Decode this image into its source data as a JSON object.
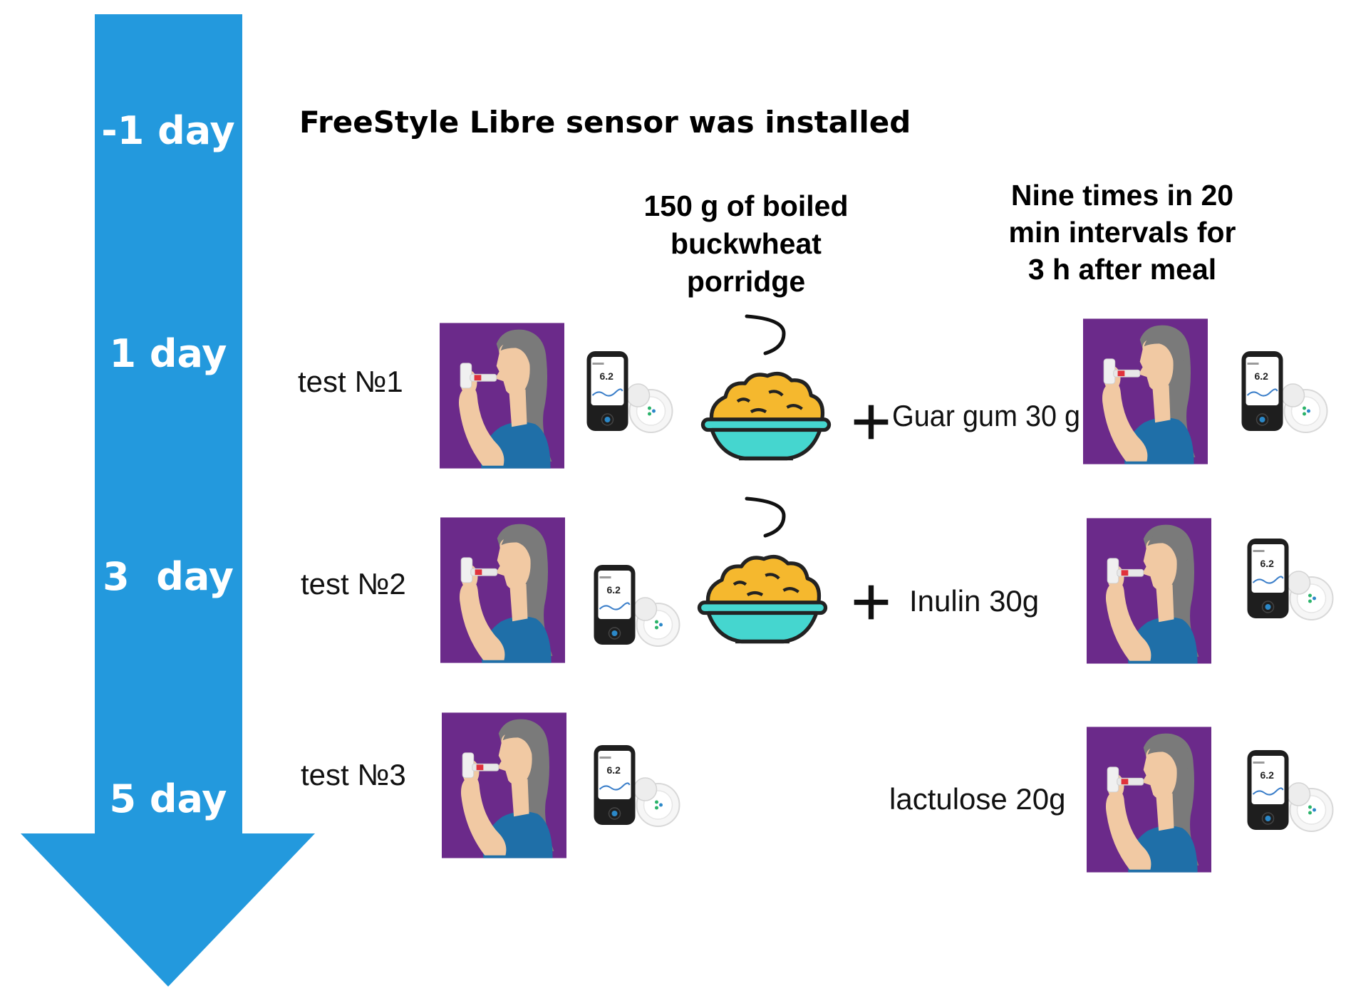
{
  "timeline": {
    "arrow_color": "#2399dd",
    "days": [
      "-1 day",
      "1 day",
      "3  day",
      "5 day"
    ]
  },
  "header": "FreeStyle Libre sensor was installed",
  "meal_note": [
    "150 g of boiled",
    "buckwheat",
    "porridge"
  ],
  "measure_note": [
    "Nine times in 20",
    "min intervals for",
    "3 h after meal"
  ],
  "tests": [
    {
      "label": "test №1",
      "supplement": "Guar gum 30 g",
      "has_meal": true
    },
    {
      "label": "test №2",
      "supplement": "Inulin 30g",
      "has_meal": true
    },
    {
      "label": "test №3",
      "supplement": "lactulose 20g",
      "has_meal": false
    }
  ],
  "icons": {
    "person": "woman-inhaling-icon",
    "meter": "glucose-reader-icon",
    "sensor": "sensor-patch-icon",
    "bowl": "porridge-bowl-icon",
    "plus": "plus-icon"
  },
  "colors": {
    "tile_bg": "#6b2a8a",
    "bowl": "#45d6cf",
    "porridge": "#f5b82e",
    "text": "#000000"
  }
}
